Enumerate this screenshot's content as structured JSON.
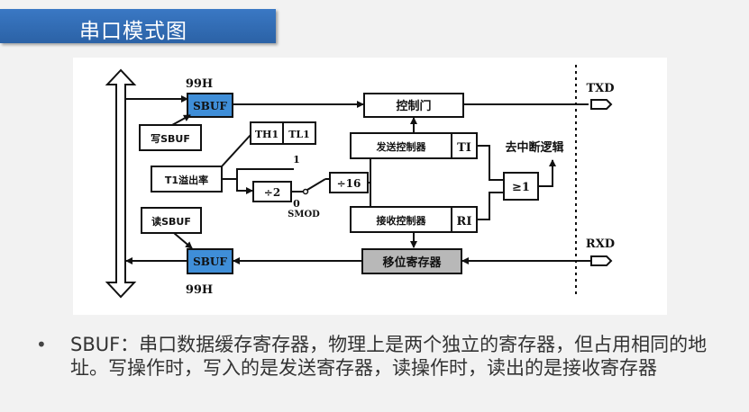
{
  "header": {
    "title": "串口模式图"
  },
  "diagram": {
    "addr_top": "99H",
    "addr_bottom": "99H",
    "sbuf_top": "SBUF",
    "sbuf_bottom": "SBUF",
    "write_sbuf": "写SBUF",
    "read_sbuf": "读SBUF",
    "th1": "TH1",
    "tl1": "TL1",
    "t1_overflow": "T1溢出率",
    "div2": "÷2",
    "div16": "÷16",
    "switch_1": "1",
    "switch_0": "0",
    "smod": "SMOD",
    "control_gate": "控制门",
    "send_ctrl": "发送控制器",
    "recv_ctrl": "接收控制器",
    "ti": "TI",
    "ri": "RI",
    "or_gate": "≥1",
    "interrupt_logic": "去中断逻辑",
    "shift_reg": "移位寄存器",
    "txd": "TXD",
    "rxd": "RXD"
  },
  "colors": {
    "title_bg": "#2f6ab4",
    "sbuf_fill": "#3f8ed8",
    "shift_fill": "#b8b8b8",
    "ti_ri_text": "#1f5fbf"
  },
  "bullet": {
    "text": "SBUF：串口数据缓存寄存器，物理上是两个独立的寄存器，但占用相同的地址。写操作时，写入的是发送寄存器，读操作时，读出的是接收寄存器"
  }
}
